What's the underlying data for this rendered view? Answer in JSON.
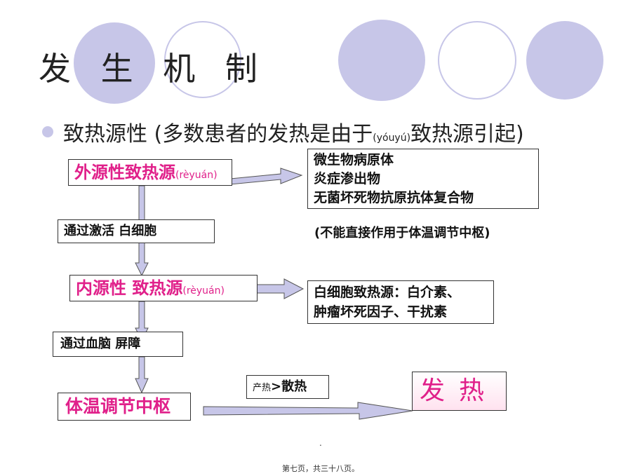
{
  "title": "发 生 机 制",
  "bullet": {
    "main": "致热源性 (多数患者的发热是由于",
    "pinyin": "(yóuyú)",
    "tail": "致热源引起)"
  },
  "exogenous": {
    "label": "外源性致热源",
    "pinyin": "(rèyuán)"
  },
  "exogenous_list": [
    "微生物病原体",
    "炎症渗出物",
    "无菌坏死物抗原抗体复合物"
  ],
  "note": "(不能直接作用于体温调节中枢)",
  "activate": "通过激活    白细胞",
  "endogenous": {
    "label": "内源性  致热源",
    "pinyin": "(rèyuán)"
  },
  "endogenous_list": [
    "白细胞致热源：白介素、",
    "肿瘤坏死因子、干扰素"
  ],
  "bbb": "通过血脑    屏障",
  "heat_balance": {
    "small": "产热",
    "main": ">散热"
  },
  "center": "体温调节中枢",
  "fever": "发热",
  "center_dot": ".",
  "footer": "第七页，共三十八页。",
  "colors": {
    "accent_circle": "#c7c6e8",
    "pink": "#e0208a",
    "arrow_fill": "#c7c6e8"
  }
}
